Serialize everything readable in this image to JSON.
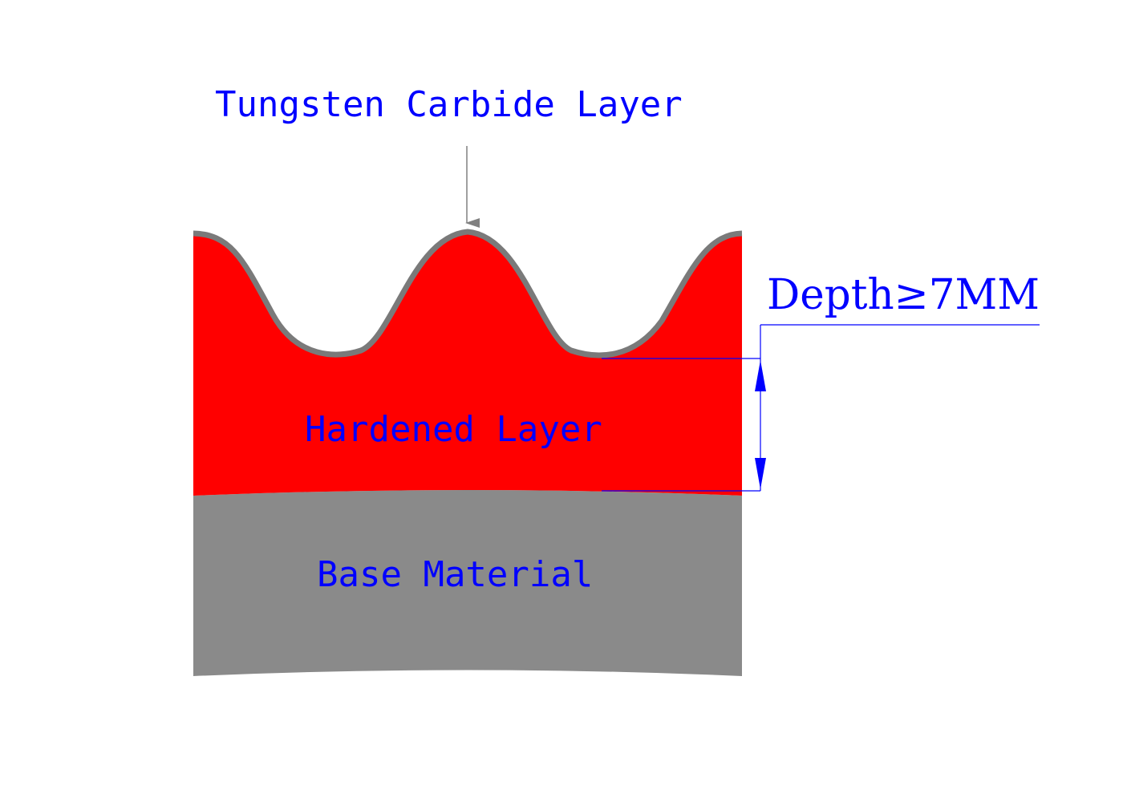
{
  "labels": {
    "tungsten": "Tungsten Carbide Layer",
    "hardened": "Hardened Layer",
    "base": "Base Material",
    "depth": "Depth≥7MM"
  },
  "colors": {
    "label_text": "#0000ff",
    "hardened_fill": "#ff0000",
    "base_fill": "#8a8a8a",
    "coating_stroke": "#7a7a7a",
    "dimension_line": "#0000ff",
    "leader_arrow": "#808080",
    "background": "#ffffff"
  }
}
